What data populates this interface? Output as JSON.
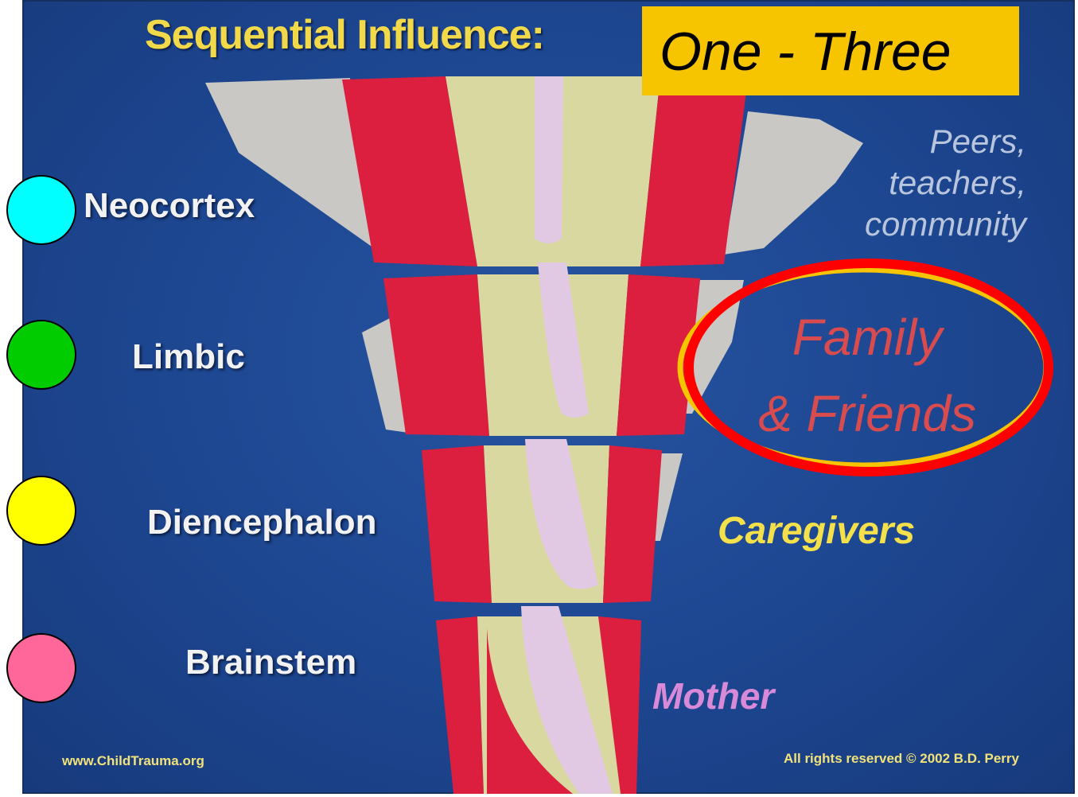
{
  "title": {
    "main": "Sequential Influence:",
    "highlight": "One - Three"
  },
  "brain_regions": [
    {
      "label": "Neocortex",
      "influence": [
        "Peers,",
        "teachers,",
        "community"
      ]
    },
    {
      "label": "Limbic",
      "influence": [
        "Family",
        "& Friends"
      ]
    },
    {
      "label": "Diencephalon",
      "influence": [
        "Caregivers"
      ]
    },
    {
      "label": "Brainstem",
      "influence": [
        "Mother"
      ]
    }
  ],
  "footer": {
    "website": "www.ChildTrauma.org",
    "copyright": "All rights reserved © 2002 B.D. Perry"
  },
  "markers": [
    {
      "icon": "circle-marker",
      "color": "#00ffff"
    },
    {
      "icon": "circle-marker",
      "color": "#00cc00"
    },
    {
      "icon": "circle-marker",
      "color": "#ffff00"
    },
    {
      "icon": "circle-marker",
      "color": "#ff6699"
    }
  ],
  "colors": {
    "background": "#1d4690",
    "red": "#dc1f3e",
    "cream": "#d9d8a0",
    "pink": "#e2c9e3",
    "gray": "#c9c8c4",
    "highlight_box": "#f7c500",
    "ring_red": "#ff0000",
    "ring_yellow": "#f7c500"
  }
}
